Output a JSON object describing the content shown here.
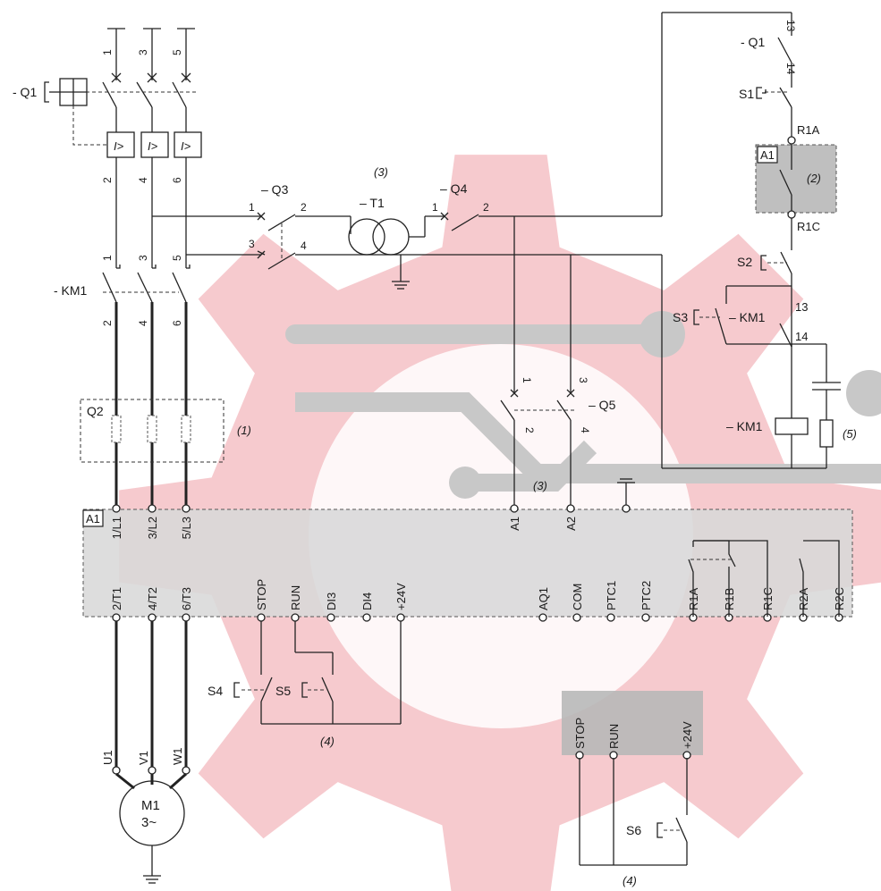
{
  "labels": {
    "q1_main": "- Q1",
    "q1_aux": "- Q1",
    "s1": "S1",
    "r1a_top": "R1A",
    "r1c_top": "R1C",
    "a1_top": "A1",
    "note2": "(2)",
    "note3_top": "(3)",
    "q3": "– Q3",
    "t1": "– T1",
    "q4": "– Q4",
    "s2": "S2",
    "s3": "S3",
    "km1_aux": "– KM1",
    "km1_main": "- KM1",
    "q2": "Q2",
    "note1": "(1)",
    "q5": "– Q5",
    "km1_coil": "– KM1",
    "note5": "(5)",
    "note3_mid": "(3)",
    "a1_main": "A1",
    "s4": "S4",
    "s5": "S5",
    "note4_left": "(4)",
    "s6": "S6",
    "note4_right": "(4)",
    "motor_name": "M1",
    "motor_phase": "3~"
  },
  "pins": {
    "top": [
      "1",
      "3",
      "5"
    ],
    "q1_lower": [
      "2",
      "4",
      "6"
    ],
    "km1_upper": [
      "1",
      "3",
      "5"
    ],
    "km1_lower": [
      "2",
      "4",
      "6"
    ],
    "q3": [
      "1",
      "2",
      "3",
      "4"
    ],
    "q4": [
      "1",
      "2"
    ],
    "q5": [
      "1",
      "3",
      "2",
      "4"
    ],
    "aux_13_top": "13",
    "aux_14_top": "14",
    "aux_13_mid": "13",
    "aux_14_mid": "14"
  },
  "terminals": {
    "input": [
      "1/L1",
      "3/L2",
      "5/L3"
    ],
    "control_in": [
      "A1",
      "A2"
    ],
    "bottom": [
      "2/T1",
      "4/T2",
      "6/T3",
      "STOP",
      "RUN",
      "DI3",
      "DI4",
      "+24V",
      "AQ1",
      "COM",
      "PTC1",
      "PTC2",
      "R1A",
      "R1B",
      "R1C",
      "R2A",
      "R2C"
    ],
    "motor": [
      "U1",
      "V1",
      "W1"
    ],
    "remote": [
      "STOP",
      "RUN",
      "+24V"
    ]
  },
  "colors": {
    "watermark": "#f3b8bd",
    "watermark_inner": "#ffffff",
    "band": "#c8c8c8",
    "panel": "#d8d8d8",
    "panel_dark": "#b8b8b8"
  }
}
